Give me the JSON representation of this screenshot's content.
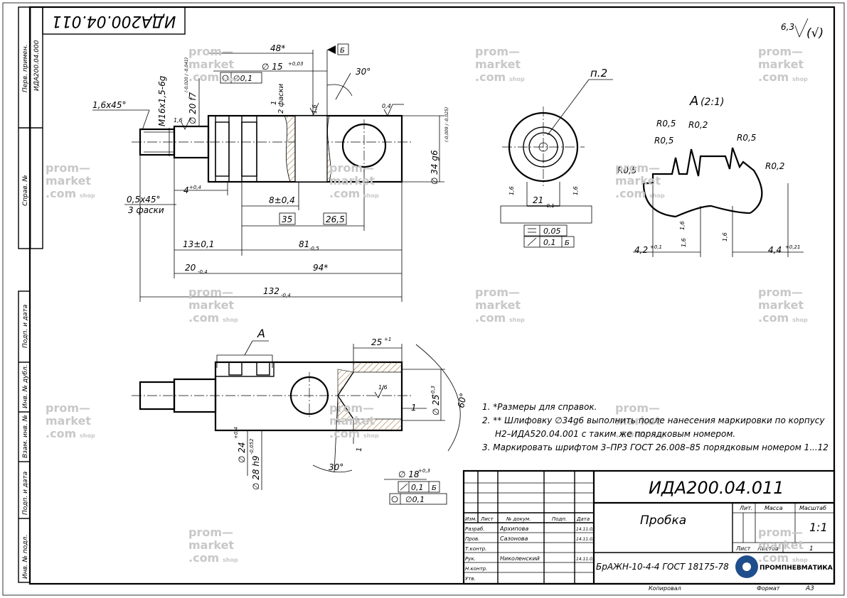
{
  "drawing": {
    "number": "ИДА200.04.011",
    "number_rotated": "ИДА200.04.011",
    "part_name": "Пробка",
    "material": "БрАЖН-10-4-4 ГОСТ 18175-78",
    "roughness_general": "6,3",
    "roughness_other": "(√)",
    "scale": "1:1",
    "sheet_size": "A3",
    "copied_label": "Копировал",
    "format_label": "Формат"
  },
  "side_stamps": [
    "Перв. примен.",
    "ИДА200.04.000",
    "Справ. №",
    "Подп. и дата",
    "Инв. № дубл.",
    "Взам. инв. №",
    "Подп. и дата",
    "Инв. № подл."
  ],
  "title_block": {
    "headers": [
      "Изм.",
      "Лист",
      "№ докум.",
      "Подп.",
      "Дата"
    ],
    "rows": [
      {
        "role": "Разраб.",
        "name": "Архипова",
        "date": "14.11.03"
      },
      {
        "role": "Пров.",
        "name": "Сазонова",
        "date": "14.11.03"
      },
      {
        "role": "Т.контр.",
        "name": "",
        "date": ""
      },
      {
        "role": "Рук.",
        "name": "Николенский",
        "date": "14.11.03"
      },
      {
        "role": "Н.контр.",
        "name": "",
        "date": ""
      },
      {
        "role": "Утв.",
        "name": "",
        "date": ""
      }
    ],
    "lit_label": "Лит.",
    "mass_label": "Масса",
    "scale_label": "Масштаб",
    "sheet_label": "Лист",
    "sheets_label": "Листов",
    "sheets_value": "1"
  },
  "notes": [
    "1. *Размеры для справок.",
    "2. ** Шлифовку ∅34g6  выполнить после нанесения маркировки  по корпусу",
    "    Н2–ИДА520.04.001 с таким же порядковым номером.",
    "3. Маркировать шрифтом 3–ПР3 ГОСТ 26.008–85 порядковым номером 1...12"
  ],
  "dims": {
    "d48": "48*",
    "d15": "∅ 15",
    "d15_tol": "+0,03",
    "tol_pos1": "∅0,1",
    "datum_b": "Б",
    "angle30": "30°",
    "chamfer2": "2 фаски",
    "one": "1",
    "chamfer_main": "1,6x45°",
    "thread": "М16х1,5-6g",
    "d20": "∅ 20 f7",
    "d20_tol": "(-0,020 / -0,041)",
    "ra16": "1,6",
    "ra04": "0,4",
    "d34": "∅ 34 g6",
    "d34_tol": "(-0,009 / -0,025)",
    "chamfer05": "0,5x45°",
    "chamfer05_sub": "3 фаски",
    "d4": "4",
    "d4_tol": "+0,4",
    "d8": "8±0,4",
    "d35": "35",
    "d265": "26,5",
    "d13": "13±0,1",
    "d81": "81",
    "d81_tol": "-0,5",
    "d20b": "20",
    "d20b_tol": "-0,4",
    "d94": "94*",
    "d132": "132",
    "d132_tol": "-0,4",
    "p2": "п.2",
    "d21": "21",
    "d21_tol": "-0,1",
    "flat": "0,05",
    "perp": "0,1",
    "view_a": "А",
    "view_a_scale": "(2:1)",
    "r05": "R0,5",
    "r02": "R0,2",
    "d42": "4,2",
    "d42_tol": "+0,1",
    "d44": "4,4",
    "d44_tol": "+0,21",
    "d25": "25",
    "d25_tol": "+1",
    "d25b": "∅ 25",
    "d25b_tol": "+0,3",
    "angle60": "60°",
    "d24": "∅ 24",
    "d24_tol": "+0,4",
    "d28": "∅ 28 h9",
    "d28_tol": "-0,052",
    "d18": "∅ 18",
    "d18_tol": "+0,3"
  },
  "watermark": {
    "l1": "prom—",
    "l2": "market",
    "l3": ".com",
    "l4": "shop"
  },
  "logo_text": "ПРОМПНЕВМАТИКА"
}
